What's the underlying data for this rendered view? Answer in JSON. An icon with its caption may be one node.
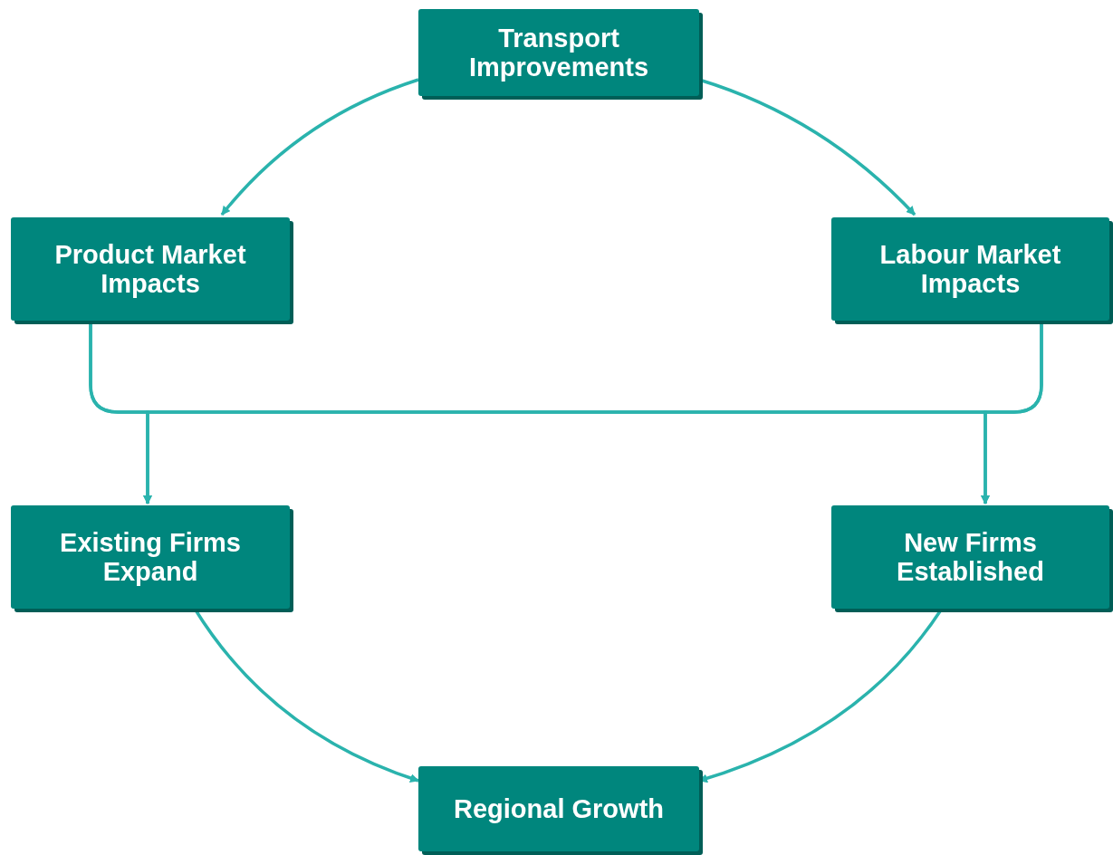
{
  "diagram": {
    "nodes": [
      {
        "text": [
          "Transport Improvements"
        ]
      },
      {
        "text": [
          "Product Market Impacts"
        ]
      },
      {
        "text": [
          "Labour Market Impacts"
        ]
      },
      {
        "text": [
          "Existing Firms Expand"
        ]
      },
      {
        "text": [
          "New Firms Established"
        ]
      },
      {
        "text": [
          "Regional Growth"
        ]
      }
    ],
    "edges": [
      {
        "from": 0,
        "to": 1,
        "arrow": "to"
      },
      {
        "from": 0,
        "to": 2,
        "arrow": "to"
      },
      {
        "from": 1,
        "to": 3,
        "arrow": "to"
      },
      {
        "from": 1,
        "to": 4,
        "arrow": "to"
      },
      {
        "from": 2,
        "to": 3,
        "arrow": "to"
      },
      {
        "from": 2,
        "to": 4,
        "arrow": "to"
      },
      {
        "from": 3,
        "to": 5,
        "arrow": "to"
      },
      {
        "from": 4,
        "to": 5,
        "arrow": "to"
      }
    ]
  }
}
